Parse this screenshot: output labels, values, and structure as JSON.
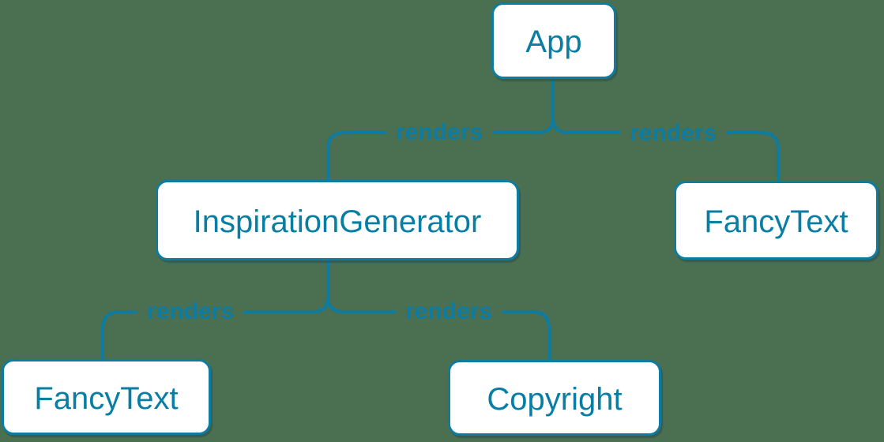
{
  "diagram": {
    "background_color": "#4a7051",
    "accent_color": "#087ea4",
    "node_fill_color": "#ffffff",
    "nodes": [
      {
        "id": "app",
        "label": "App"
      },
      {
        "id": "inspiration-generator",
        "label": "InspirationGenerator"
      },
      {
        "id": "fancy-text-top-right",
        "label": "FancyText"
      },
      {
        "id": "fancy-text-bottom-left",
        "label": "FancyText"
      },
      {
        "id": "copyright",
        "label": "Copyright"
      }
    ],
    "edges": [
      {
        "from": "App",
        "to": "InspirationGenerator",
        "label": "renders"
      },
      {
        "from": "App",
        "to": "FancyText",
        "label": "renders"
      },
      {
        "from": "InspirationGenerator",
        "to": "FancyText",
        "label": "renders"
      },
      {
        "from": "InspirationGenerator",
        "to": "Copyright",
        "label": "renders"
      }
    ]
  }
}
